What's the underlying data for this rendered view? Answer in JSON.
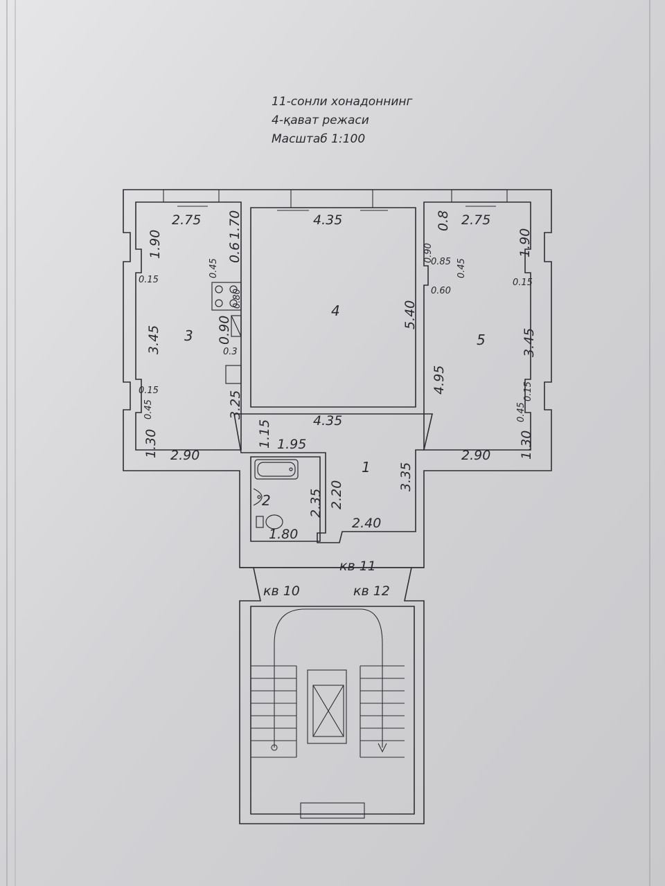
{
  "title": {
    "line1": "11-сонли хонадоннинг",
    "line2": "4-қават режаси",
    "line3": "Масштаб 1:100"
  },
  "rooms": {
    "r1": "1",
    "r2": "2",
    "r3": "3",
    "r4": "4",
    "r5": "5"
  },
  "apartments": {
    "kv10": "кв 10",
    "kv11": "кв 11",
    "kv12": "кв 12"
  },
  "dims": {
    "room3_top": "2.75",
    "room3_left_top": "1.90",
    "room3_right_top": "1.70",
    "room3_06": "0.6",
    "room3_045_top": "0.45",
    "room3_015_top": "0.15",
    "room3_080": "0.80",
    "room3_090": "0.90",
    "room3_345": "3.45",
    "room3_03": "0.3",
    "room3_015_bot": "0.15",
    "room3_045_bot": "0.45",
    "room3_325": "3.25",
    "room3_130": "1.30",
    "room3_bottom": "2.90",
    "room4_top": "4.35",
    "room4_right": "5.40",
    "room4_bottom": "4.35",
    "room5_08": "0.8",
    "room5_top": "2.75",
    "room5_right_top": "1.90",
    "room5_090": "0.90",
    "room5_085": "0.85",
    "room5_045_top": "0.45",
    "room5_060": "0.60",
    "room5_015_top": "0.15",
    "room5_345": "3.45",
    "room5_495": "4.95",
    "room5_015_bot": "0.15",
    "room5_045_bot": "0.45",
    "room5_130": "1.30",
    "room5_bottom": "2.90",
    "hall_115": "1.15",
    "hall_195": "1.95",
    "hall_335": "3.35",
    "hall_220": "2.20",
    "hall_240": "2.40",
    "bath_235": "2.35",
    "bath_180": "1.80"
  }
}
